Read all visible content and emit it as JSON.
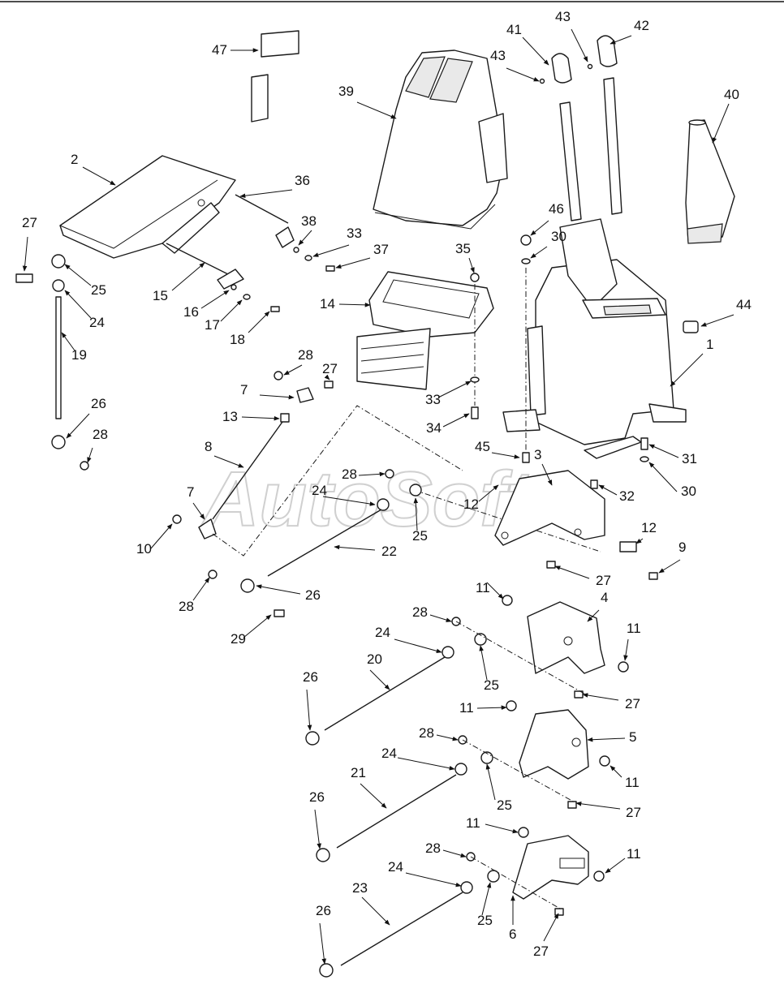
{
  "watermark": "AutoSoft",
  "callouts": [
    {
      "id": "c1",
      "text": "1"
    },
    {
      "id": "c2",
      "text": "2"
    },
    {
      "id": "c3",
      "text": "3"
    },
    {
      "id": "c4",
      "text": "4"
    },
    {
      "id": "c5",
      "text": "5"
    },
    {
      "id": "c6",
      "text": "6"
    },
    {
      "id": "c7a",
      "text": "7"
    },
    {
      "id": "c7b",
      "text": "7"
    },
    {
      "id": "c8",
      "text": "8"
    },
    {
      "id": "c9",
      "text": "9"
    },
    {
      "id": "c10",
      "text": "10"
    },
    {
      "id": "c11a",
      "text": "11"
    },
    {
      "id": "c11b",
      "text": "11"
    },
    {
      "id": "c11c",
      "text": "11"
    },
    {
      "id": "c11d",
      "text": "11"
    },
    {
      "id": "c11e",
      "text": "11"
    },
    {
      "id": "c11f",
      "text": "11"
    },
    {
      "id": "c12a",
      "text": "12"
    },
    {
      "id": "c12b",
      "text": "12"
    },
    {
      "id": "c13",
      "text": "13"
    },
    {
      "id": "c14",
      "text": "14"
    },
    {
      "id": "c15",
      "text": "15"
    },
    {
      "id": "c16",
      "text": "16"
    },
    {
      "id": "c17",
      "text": "17"
    },
    {
      "id": "c18",
      "text": "18"
    },
    {
      "id": "c19",
      "text": "19"
    },
    {
      "id": "c20",
      "text": "20"
    },
    {
      "id": "c21",
      "text": "21"
    },
    {
      "id": "c22",
      "text": "22"
    },
    {
      "id": "c23",
      "text": "23"
    },
    {
      "id": "c24a",
      "text": "24"
    },
    {
      "id": "c24b",
      "text": "24"
    },
    {
      "id": "c24c",
      "text": "24"
    },
    {
      "id": "c24d",
      "text": "24"
    },
    {
      "id": "c24e",
      "text": "24"
    },
    {
      "id": "c25a",
      "text": "25"
    },
    {
      "id": "c25b",
      "text": "25"
    },
    {
      "id": "c25c",
      "text": "25"
    },
    {
      "id": "c25d",
      "text": "25"
    },
    {
      "id": "c25e",
      "text": "25"
    },
    {
      "id": "c26a",
      "text": "26"
    },
    {
      "id": "c26b",
      "text": "26"
    },
    {
      "id": "c26c",
      "text": "26"
    },
    {
      "id": "c26d",
      "text": "26"
    },
    {
      "id": "c26e",
      "text": "26"
    },
    {
      "id": "c27a",
      "text": "27"
    },
    {
      "id": "c27b",
      "text": "27"
    },
    {
      "id": "c27c",
      "text": "27"
    },
    {
      "id": "c27d",
      "text": "27"
    },
    {
      "id": "c27e",
      "text": "27"
    },
    {
      "id": "c27f",
      "text": "27"
    },
    {
      "id": "c28a",
      "text": "28"
    },
    {
      "id": "c28b",
      "text": "28"
    },
    {
      "id": "c28c",
      "text": "28"
    },
    {
      "id": "c28d",
      "text": "28"
    },
    {
      "id": "c28e",
      "text": "28"
    },
    {
      "id": "c28f",
      "text": "28"
    },
    {
      "id": "c28g",
      "text": "28"
    },
    {
      "id": "c29",
      "text": "29"
    },
    {
      "id": "c30a",
      "text": "30"
    },
    {
      "id": "c30b",
      "text": "30"
    },
    {
      "id": "c31",
      "text": "31"
    },
    {
      "id": "c32",
      "text": "32"
    },
    {
      "id": "c33a",
      "text": "33"
    },
    {
      "id": "c33b",
      "text": "33"
    },
    {
      "id": "c34",
      "text": "34"
    },
    {
      "id": "c35",
      "text": "35"
    },
    {
      "id": "c36",
      "text": "36"
    },
    {
      "id": "c37",
      "text": "37"
    },
    {
      "id": "c38",
      "text": "38"
    },
    {
      "id": "c39",
      "text": "39"
    },
    {
      "id": "c40",
      "text": "40"
    },
    {
      "id": "c41",
      "text": "41"
    },
    {
      "id": "c42",
      "text": "42"
    },
    {
      "id": "c43a",
      "text": "43"
    },
    {
      "id": "c43b",
      "text": "43"
    },
    {
      "id": "c44",
      "text": "44"
    },
    {
      "id": "c45",
      "text": "45"
    },
    {
      "id": "c46",
      "text": "46"
    },
    {
      "id": "c47",
      "text": "47"
    }
  ]
}
